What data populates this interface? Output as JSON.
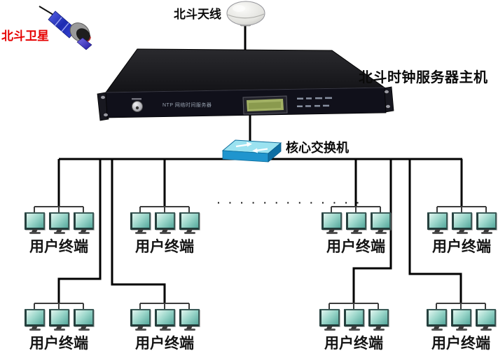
{
  "diagram": {
    "satellite": {
      "label": "北斗卫星"
    },
    "antenna": {
      "label": "北斗天线"
    },
    "server": {
      "label": "北斗时钟服务器主机",
      "panel_text": "NTP 网络时间服务器"
    },
    "switch": {
      "label": "核心交换机"
    },
    "continuation_dots": "· · · · · · · · · · · · ·",
    "terminal_groups": [
      {
        "label": "用户终端"
      },
      {
        "label": "用户终端"
      },
      {
        "label": "用户终端"
      },
      {
        "label": "用户终端"
      },
      {
        "label": "用户终端"
      },
      {
        "label": "用户终端"
      },
      {
        "label": "用户终端"
      },
      {
        "label": "用户终端"
      }
    ],
    "colors": {
      "satellite_label": "#e60000",
      "label_text": "#0a0a0a",
      "line": "#000000",
      "monitor_screen_teal": "#7fc9bd",
      "switch_blue": "#2196cf",
      "lcd_green": "#a2b164",
      "server_body": "#16161c"
    }
  }
}
